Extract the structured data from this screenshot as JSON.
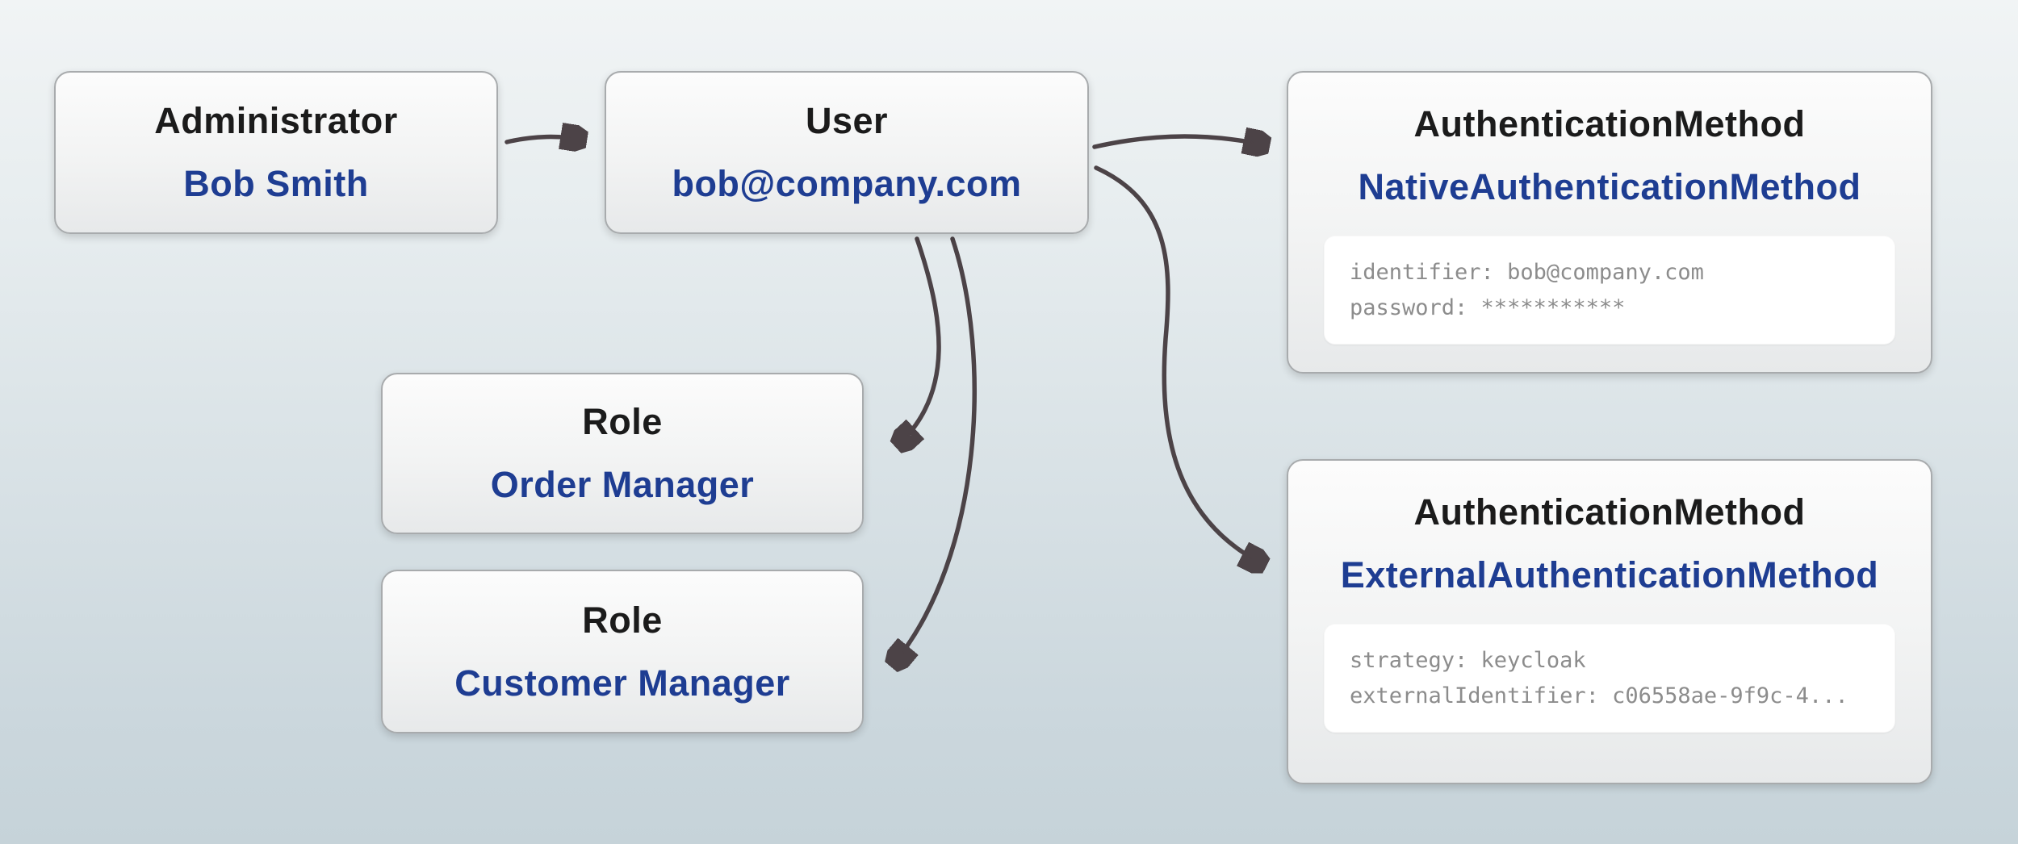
{
  "diagram": {
    "nodes": {
      "administrator": {
        "type": "Administrator",
        "name": "Bob Smith"
      },
      "user": {
        "type": "User",
        "name": "bob@company.com"
      },
      "native_auth": {
        "type": "AuthenticationMethod",
        "name": "NativeAuthenticationMethod",
        "attributes": [
          "identifier: bob@company.com",
          "password: ***********"
        ]
      },
      "role_order": {
        "type": "Role",
        "name": "Order Manager"
      },
      "role_customer": {
        "type": "Role",
        "name": "Customer Manager"
      },
      "external_auth": {
        "type": "AuthenticationMethod",
        "name": "ExternalAuthenticationMethod",
        "attributes": [
          "strategy: keycloak",
          "externalIdentifier: c06558ae-9f9c-4..."
        ]
      }
    },
    "edges": [
      {
        "from": "Administrator (Bob Smith)",
        "to": "User (bob@company.com)"
      },
      {
        "from": "User (bob@company.com)",
        "to": "AuthenticationMethod (NativeAuthenticationMethod)"
      },
      {
        "from": "User (bob@company.com)",
        "to": "AuthenticationMethod (ExternalAuthenticationMethod)"
      },
      {
        "from": "User (bob@company.com)",
        "to": "Role (Order Manager)"
      },
      {
        "from": "User (bob@company.com)",
        "to": "Role (Customer Manager)"
      }
    ],
    "colors": {
      "node_title": "#1b1b1b",
      "node_subtitle": "#1e3d92",
      "arrow": "#4c4347",
      "attribute_text": "#8c8c8c",
      "node_border": "#a8abad"
    }
  }
}
